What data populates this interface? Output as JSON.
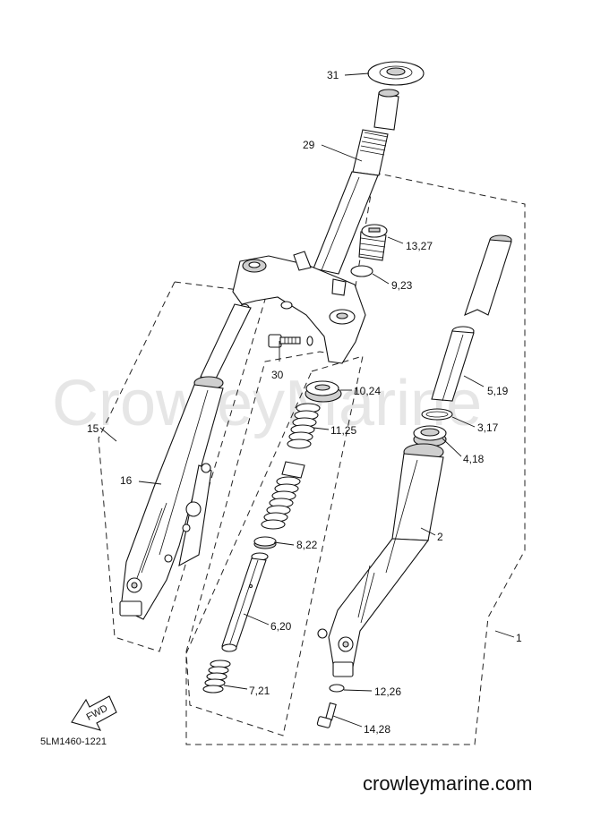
{
  "watermark": "CrowleyMarine",
  "footer_site": "crowleymarine.com",
  "diagram_code": "5LM1460-1221",
  "fwd_label": "FWD",
  "callouts": {
    "c1": "1",
    "c2": "2",
    "c3_17": "3,17",
    "c4_18": "4,18",
    "c5_19": "5,19",
    "c6_20": "6,20",
    "c7_21": "7,21",
    "c8_22": "8,22",
    "c9_23": "9,23",
    "c10_24": "10,24",
    "c11_25": "11,25",
    "c12_26": "12,26",
    "c13_27": "13,27",
    "c14_28": "14,28",
    "c15": "15",
    "c16": "16",
    "c29": "29",
    "c30": "30",
    "c31": "31"
  }
}
